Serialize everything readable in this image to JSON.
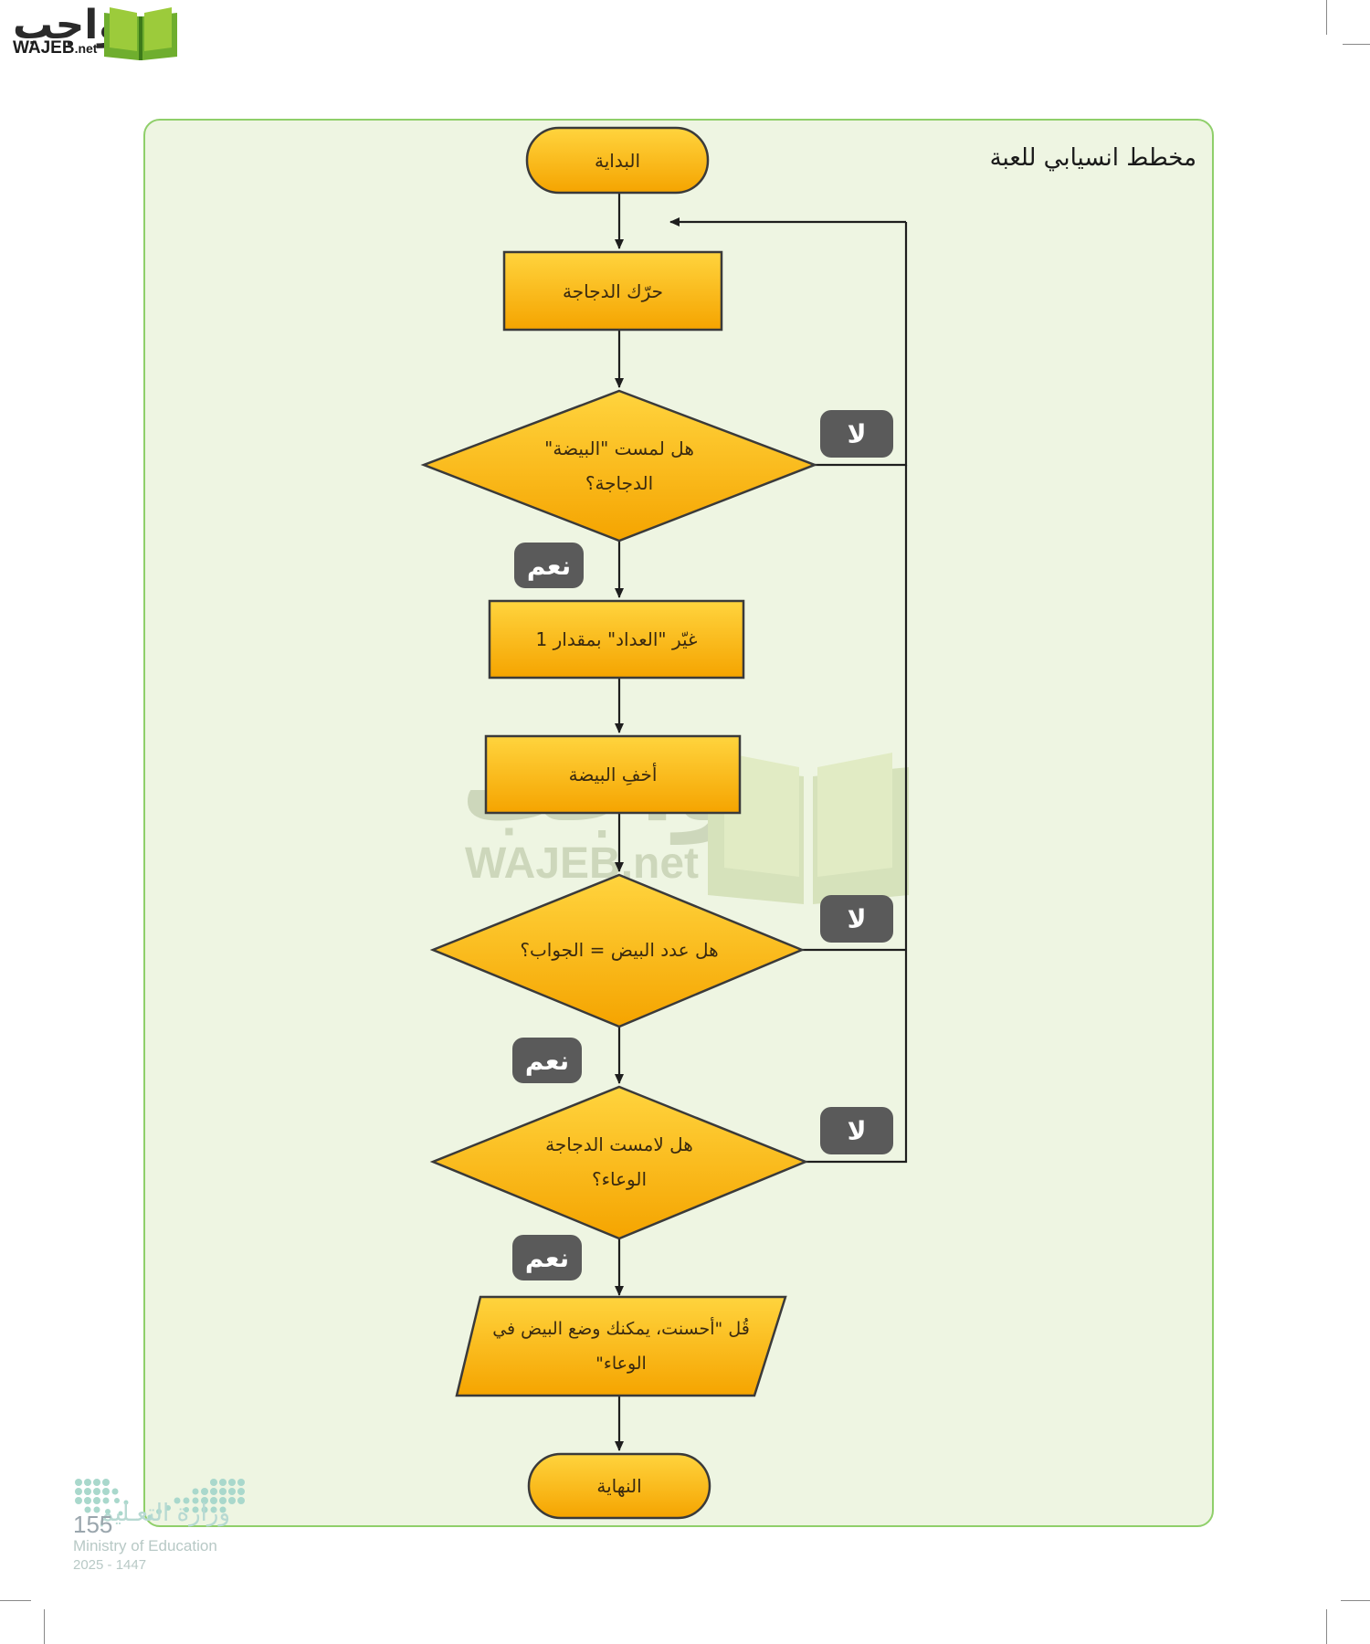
{
  "logo": {
    "arabic": "واجب",
    "latin": "WAJEB",
    "suffix": ".net"
  },
  "chart_title": "مخطط انسيابي للعبة",
  "nodes": {
    "start": "البداية",
    "move_chicken": "حرّك الدجاجة",
    "decision_touch_egg_line1": "هل لمست \"البيضة\"",
    "decision_touch_egg_line2": "الدجاجة؟",
    "change_counter": "غيّر \"العداد\" بمقدار 1",
    "hide_egg": "أخفِ البيضة",
    "decision_count": "هل عدد البيض = الجواب؟",
    "decision_basket_line1": "هل لامست الدجاجة",
    "decision_basket_line2": "الوعاء؟",
    "say_line1": "قُل \"أحسنت، يمكنك وضع البيض في",
    "say_line2": "الوعاء\"",
    "end": "النهاية"
  },
  "labels": {
    "no": "لا",
    "yes": "نعم"
  },
  "footer": {
    "page_number": "155",
    "ministry_ar": "وزارة التعـليم",
    "ministry_en": "Ministry of Education",
    "year": "2025 - 1447"
  },
  "colors": {
    "panel_bg": "#eef5e2",
    "panel_border": "#8fcf6a",
    "node_fill_top": "#ffd23a",
    "node_fill_bottom": "#f5a800",
    "node_stroke": "#3a3a3a",
    "tag_bg": "#5a5a5a"
  }
}
